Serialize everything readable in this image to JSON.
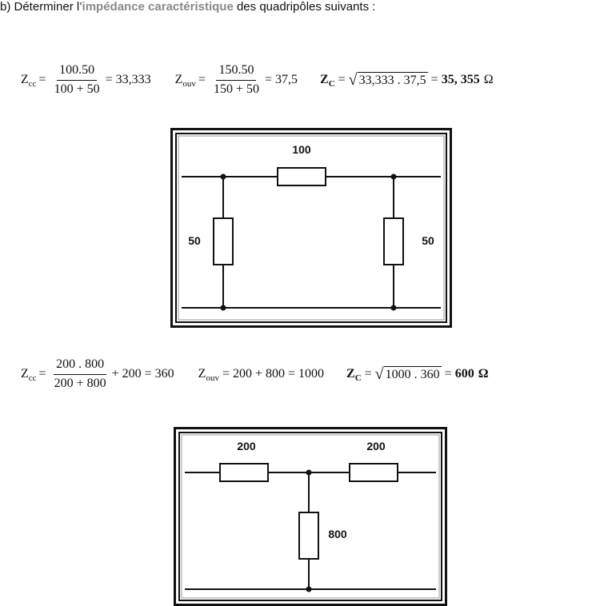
{
  "heading": {
    "prefix": "b) Déterminer l’",
    "highlight": "impédance caractéristique",
    "suffix": " des quadripôles suivants :"
  },
  "eq1": {
    "zcc_Z": "Z",
    "zcc_sub": "cc",
    "zcc_num": "100.50",
    "zcc_den": "100 + 50",
    "zcc_result": "= 33,333",
    "zouv_Z": "Z",
    "zouv_sub": "ouv",
    "zouv_num": "150.50",
    "zouv_den": "150 + 50",
    "zouv_result": "= 37,5",
    "zc_Z": "Z",
    "zc_sub": "C",
    "zc_sqrt": "33,333 . 37,5",
    "zc_result": "35, 355",
    "unit": "Ω"
  },
  "circuit1": {
    "series_label": "100",
    "shunt_left_label": "50",
    "shunt_right_label": "50"
  },
  "eq2": {
    "zcc_Z": "Z",
    "zcc_sub": "cc",
    "zcc_num": "200 . 800",
    "zcc_den": "200 + 800",
    "zcc_result": "+ 200 = 360",
    "zouv_Z": "Z",
    "zouv_sub": "ouv",
    "zouv_expr": "= 200 + 800 = 1000",
    "zc_Z": "Z",
    "zc_sub": "C",
    "zc_sqrt": "1000 . 360",
    "zc_result": "600",
    "unit": "Ω"
  },
  "circuit2": {
    "left_series_label": "200",
    "right_series_label": "200",
    "shunt_label": "800"
  }
}
